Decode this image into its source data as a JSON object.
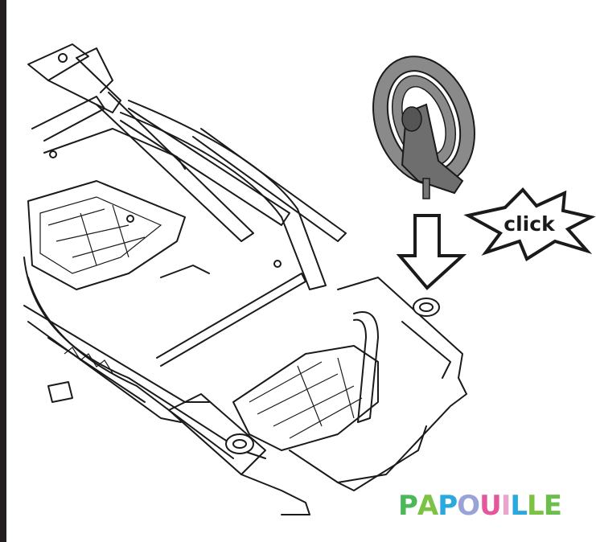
{
  "callout": {
    "text": "click"
  },
  "logo": {
    "text": "PAPOUILLE",
    "letters": [
      "P",
      "A",
      "P",
      "O",
      "U",
      "I",
      "L",
      "L",
      "E"
    ],
    "colors": [
      "#4cb85a",
      "#7cc244",
      "#29a9dd",
      "#9aa3d8",
      "#e4579b",
      "#e8a6cc",
      "#29a9dd",
      "#7cc244",
      "#6dbf4b"
    ]
  },
  "colors": {
    "line": "#1a1a1a",
    "wheel": "#8a8a8a",
    "wheel_dark": "#555555",
    "sidebar": "#231f20"
  }
}
